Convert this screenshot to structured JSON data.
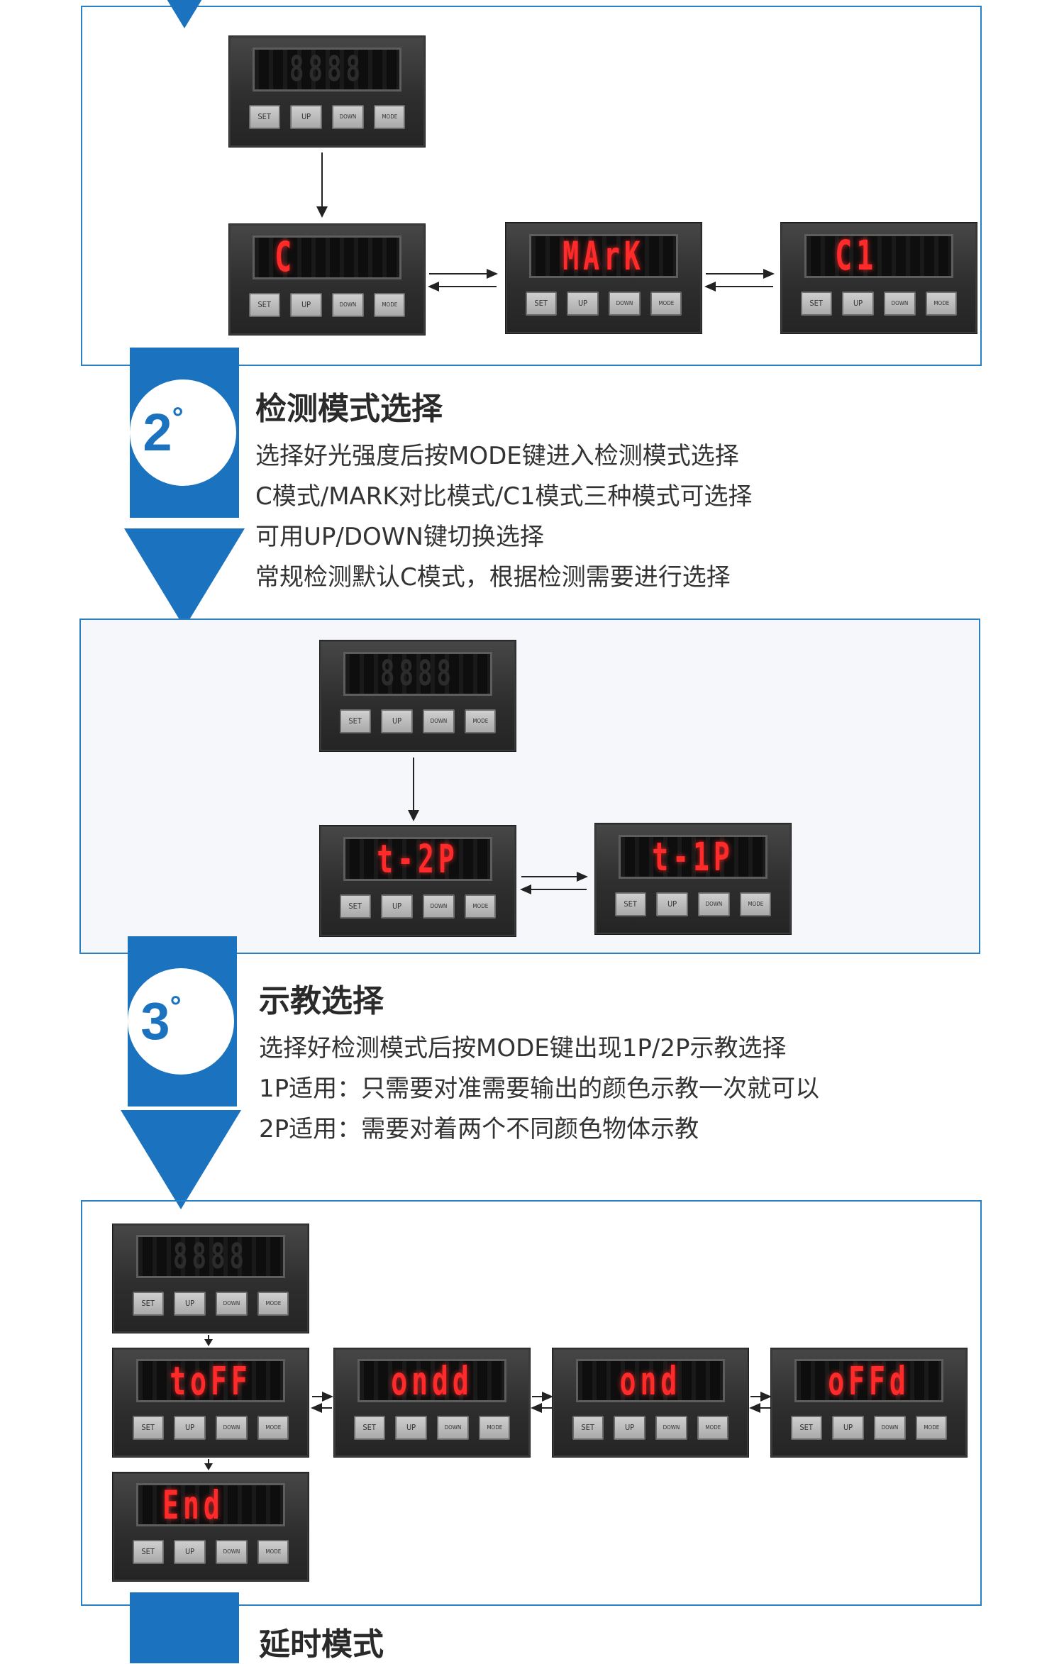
{
  "keys": {
    "set": "SET",
    "up": "UP",
    "down": "DOWN",
    "mode": "MODE"
  },
  "section1": {
    "displays": [
      "8888",
      "C",
      "MArK",
      "C1"
    ]
  },
  "section2": {
    "number": "2",
    "degree": "°",
    "title": "检测模式选择",
    "lines": [
      "选择好光强度后按MODE键进入检测模式选择",
      "C模式/MARK对比模式/C1模式三种模式可选择",
      "可用UP/DOWN键切换选择",
      "常规检测默认C模式，根据检测需要进行选择"
    ],
    "displays": [
      "8888",
      "t-2P",
      "t-1P"
    ]
  },
  "section3": {
    "number": "3",
    "degree": "°",
    "title": "示教选择",
    "lines": [
      "选择好检测模式后按MODE键出现1P/2P示教选择",
      "1P适用：只需要对准需要输出的颜色示教一次就可以",
      "2P适用：需要对着两个不同颜色物体示教"
    ],
    "displays": [
      "8888",
      "toFF",
      "ondd",
      "ond",
      "oFFd",
      "End"
    ]
  },
  "section4": {
    "title": "延时模式"
  },
  "colors": {
    "accent": "#1b73bf",
    "frame": "#2b7fc3",
    "led": "#ff2a2a"
  }
}
